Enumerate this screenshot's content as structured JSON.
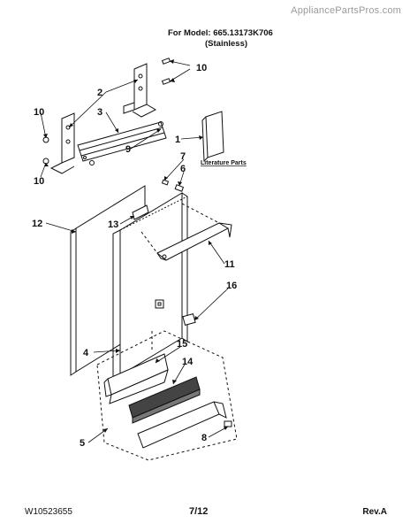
{
  "header": {
    "watermark": "AppliancePartsPros.com",
    "model_line": "For Model: 665.13173K706",
    "model_variant": "(Stainless)"
  },
  "footer": {
    "doc_number": "W10523655",
    "page": "7/12",
    "revision": "Rev.A"
  },
  "diagram": {
    "literature_label": "Literature Parts",
    "callouts": [
      "1",
      "2",
      "3",
      "4",
      "5",
      "6",
      "7",
      "8",
      "9",
      "10",
      "10",
      "10",
      "11",
      "12",
      "13",
      "14",
      "15",
      "16"
    ]
  }
}
